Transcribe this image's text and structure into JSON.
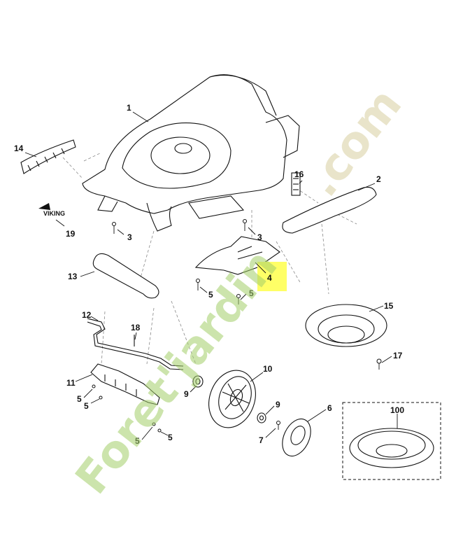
{
  "callouts": [
    {
      "id": "c1",
      "label": "1"
    },
    {
      "id": "c2",
      "label": "2"
    },
    {
      "id": "c3a",
      "label": "3"
    },
    {
      "id": "c3b",
      "label": "3"
    },
    {
      "id": "c4",
      "label": "4"
    },
    {
      "id": "c5a",
      "label": "5"
    },
    {
      "id": "c5b",
      "label": "5"
    },
    {
      "id": "c5c",
      "label": "5"
    },
    {
      "id": "c5d",
      "label": "5"
    },
    {
      "id": "c5e",
      "label": "5"
    },
    {
      "id": "c5f",
      "label": "5"
    },
    {
      "id": "c6",
      "label": "6"
    },
    {
      "id": "c7",
      "label": "7"
    },
    {
      "id": "c9a",
      "label": "9"
    },
    {
      "id": "c9b",
      "label": "9"
    },
    {
      "id": "c10",
      "label": "10"
    },
    {
      "id": "c11",
      "label": "11"
    },
    {
      "id": "c12",
      "label": "12"
    },
    {
      "id": "c13",
      "label": "13"
    },
    {
      "id": "c14",
      "label": "14"
    },
    {
      "id": "c15",
      "label": "15"
    },
    {
      "id": "c16",
      "label": "16"
    },
    {
      "id": "c17",
      "label": "17"
    },
    {
      "id": "c18",
      "label": "18"
    },
    {
      "id": "c19",
      "label": "19"
    },
    {
      "id": "c100",
      "label": "100"
    }
  ],
  "logo_text": "VIKING",
  "watermark": {
    "text": "Foret'jardin",
    "tld": ".com",
    "color": "#a4cf6a",
    "accent_color": "#d8cfa0"
  },
  "highlight_color": "#ffff66"
}
